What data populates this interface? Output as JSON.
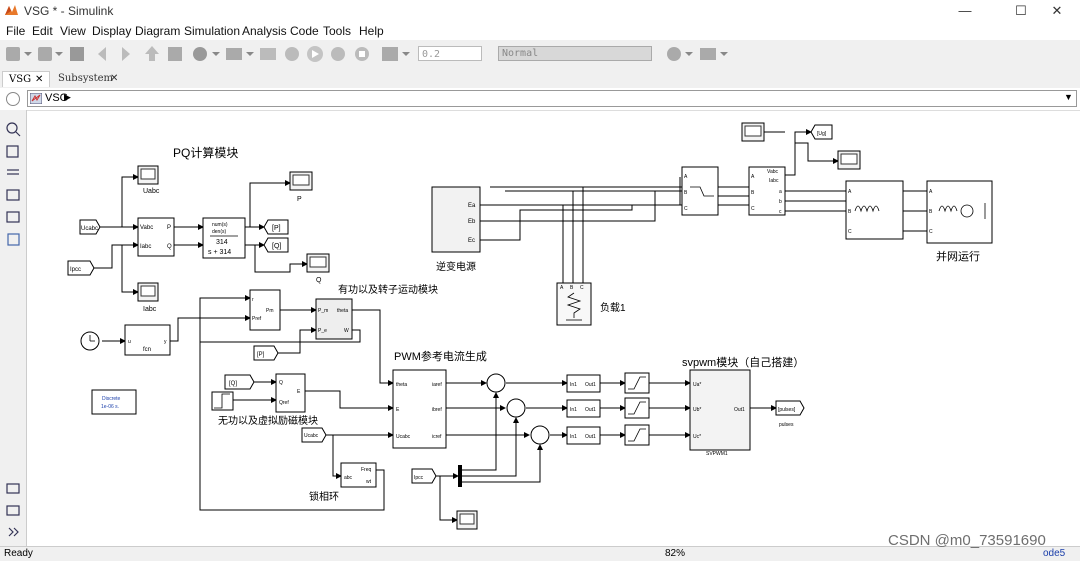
{
  "window": {
    "title": "VSG * - Simulink"
  },
  "menu": [
    "File",
    "Edit",
    "View",
    "Display",
    "Diagram",
    "Simulation",
    "Analysis",
    "Code",
    "Tools",
    "Help"
  ],
  "toolbar": {
    "stop_time": "0.2",
    "sim_mode": "Normal"
  },
  "tabs": [
    "VSG",
    "Subsystem"
  ],
  "address": {
    "path": "VSG"
  },
  "status": {
    "left": "Ready",
    "zoom": "82%",
    "solver": "ode5"
  },
  "watermark": "CSDN @m0_73591690",
  "diagram": {
    "annotations": {
      "pq_calc": "PQ计算模块",
      "active_rotor": "有功以及转子运动模块",
      "pwm_ref": "PWM参考电流生成",
      "svpwm": "svpwm模块（自己搭建）",
      "reactive": "无功以及虚拟励磁模块",
      "pll": "锁相环",
      "inverter": "逆变电源",
      "load": "负载1",
      "grid": "并网运行"
    },
    "labels": {
      "Uabc": "Uabc",
      "Iabc": "Iabc",
      "P": "P",
      "Q": "Q",
      "goto_P": "[P]",
      "goto_Q": "[Q]",
      "from_P": "[P]",
      "from_Q": "[Q]",
      "Ucabc_from": "Ucabc",
      "Ipcc_from": "Ipcc",
      "tf_num": "num(s)",
      "tf_den": "den(s)",
      "tf_n": "314",
      "tf_d": "s + 314",
      "vabc": "Vabc",
      "iabc": "Iabc",
      "pq_P": "P",
      "pq_Q": "Q",
      "fcn": "fcn",
      "fcn_u": "u",
      "fcn_y": "y",
      "pm": "Pm",
      "pref": "Pref",
      "r": "r",
      "rot_pm": "P_m",
      "rot_pe": "P_e",
      "rot_theta": "theta",
      "rot_w": "W",
      "q_in": "Q",
      "qref": "Qref",
      "e_out": "E",
      "pwm_theta": "theta",
      "pwm_E": "E",
      "pwm_Ucabc": "Ucabc",
      "iaref": "iaref",
      "ibref": "ibref",
      "icref": "icref",
      "in1": "In1",
      "out1": "Out1",
      "ua": "Ua*",
      "ub": "Ub*",
      "uc": "Uc*",
      "sv_out": "Out1",
      "svpwm_name": "SVPWM1",
      "pulses_tag": "[pulses]",
      "pulses_name": "pulses",
      "discrete_1": "Discrete",
      "discrete_2": "1e-06 s.",
      "pll_abc": "abc",
      "pll_freq": "Freq",
      "pll_wt": "wt",
      "ipcc_bottom": "Ipcc",
      "Ucabc_bottom": "Ucabc",
      "ea": "Ea",
      "eb": "Eb",
      "ec": "Ec",
      "ug_tag": "[Ug]",
      "meas_A": "A",
      "meas_B": "B",
      "meas_C": "C",
      "meas_a": "a",
      "meas_b": "b",
      "meas_c": "c",
      "vabc2": "Vabc",
      "iabc2": "Iabc"
    }
  }
}
